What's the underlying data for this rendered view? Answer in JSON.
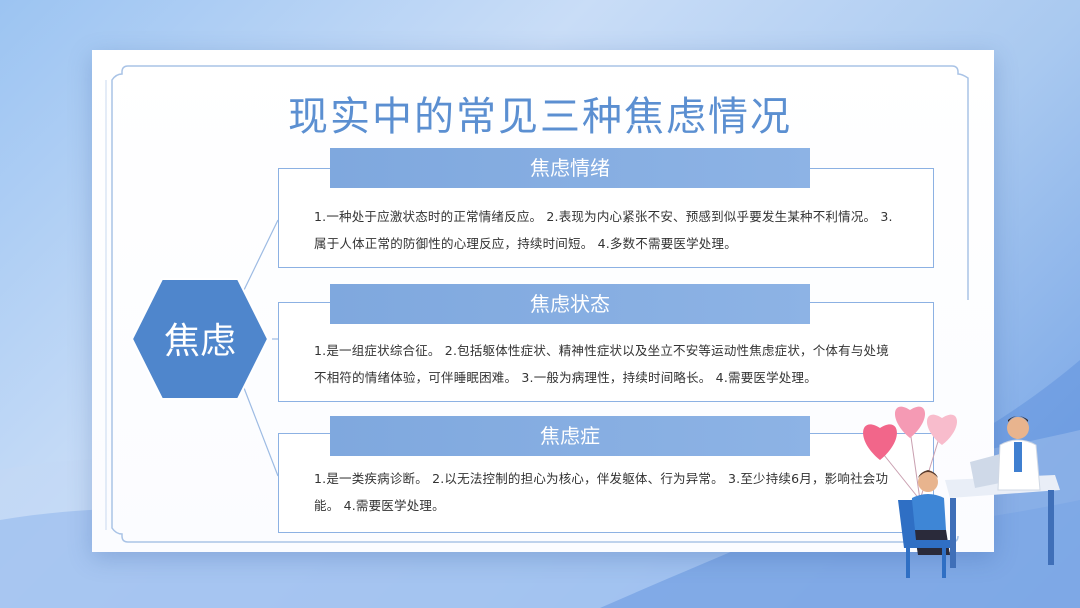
{
  "slide": {
    "title": "现实中的常见三种焦虑情况",
    "center_label": "焦虑",
    "sections": [
      {
        "heading": "焦虑情绪",
        "body": "1.一种处于应激状态时的正常情绪反应。 2.表现为内心紧张不安、预感到似乎要发生某种不利情况。 3.属于人体正常的防御性的心理反应，持续时间短。 4.多数不需要医学处理。"
      },
      {
        "heading": "焦虑状态",
        "body": "1.是一组症状综合征。 2.包括躯体性症状、精神性症状以及坐立不安等运动性焦虑症状，个体有与处境不相符的情绪体验，可伴睡眠困难。 3.一般为病理性，持续时间略长。 4.需要医学处理。"
      },
      {
        "heading": "焦虑症",
        "body": "1.是一类疾病诊断。 2.以无法控制的担心为核心，伴发躯体、行为异常。 3.至少持续6月，影响社会功能。 4.需要医学处理。"
      }
    ]
  },
  "colors": {
    "accent": "#5b8fd1",
    "header_fill": "#7fa8de",
    "card_border": "#8cb1e3",
    "heart": "#f07a9a"
  },
  "icons": {
    "illustration": "doctor-consultation-illustration",
    "balloons": "heart-balloons-icon"
  }
}
